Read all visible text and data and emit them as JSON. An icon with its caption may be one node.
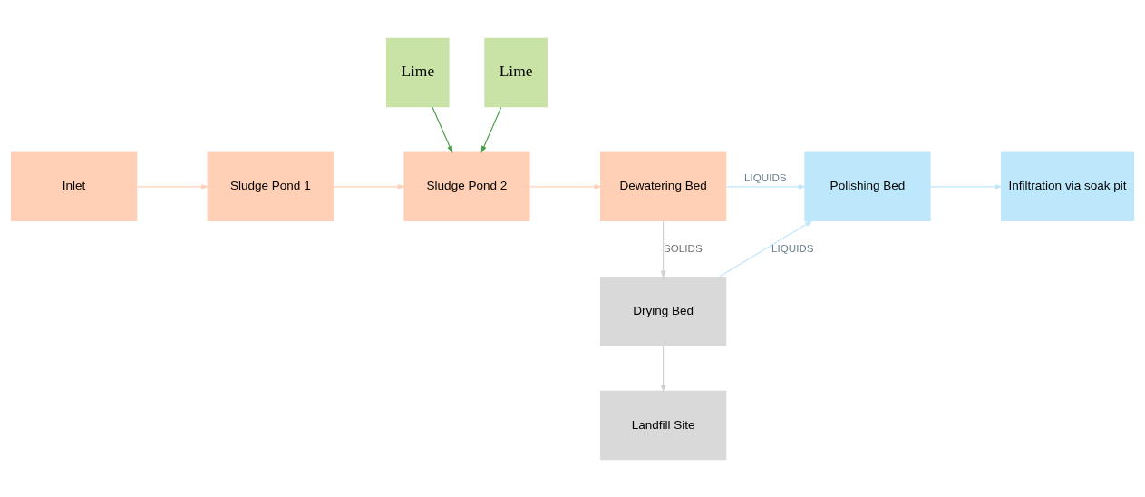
{
  "diagram": {
    "nodes": [
      {
        "text": [
          "Lime"
        ]
      },
      {
        "text": [
          "Lime"
        ]
      },
      {
        "text": [
          "Inlet"
        ]
      },
      {
        "text": [
          "Sludge Pond 1"
        ]
      },
      {
        "text": [
          "Sludge Pond 2"
        ]
      },
      {
        "text": [
          "Dewatering Bed"
        ]
      },
      {
        "text": [
          "Polishing Bed"
        ]
      },
      {
        "text": [
          "Infiltration via soak pit"
        ]
      },
      {
        "text": [
          "Drying Bed"
        ]
      },
      {
        "text": [
          "Landfill Site"
        ]
      }
    ],
    "edges": [
      {
        "from": 2,
        "to": 3,
        "arrow": "to",
        "color": "#ffd0b5"
      },
      {
        "from": 3,
        "to": 4,
        "arrow": "to",
        "color": "#ffd0b5"
      },
      {
        "from": 0,
        "to": 4,
        "arrow": "to",
        "color": "#4a9e4a"
      },
      {
        "from": 1,
        "to": 4,
        "arrow": "to",
        "color": "#4a9e4a"
      },
      {
        "from": 4,
        "to": 5,
        "arrow": "to",
        "color": "#ffd0b5"
      },
      {
        "from": 5,
        "to": 6,
        "arrow": "to",
        "label": "LIQUIDS",
        "color": "#bfe6fb"
      },
      {
        "from": 6,
        "to": 7,
        "arrow": "to",
        "color": "#bfe6fb"
      },
      {
        "from": 5,
        "to": 8,
        "arrow": "to",
        "label": "SOLIDS",
        "color": "#d0d0d0"
      },
      {
        "from": 8,
        "to": 6,
        "arrow": "to",
        "label": "LIQUIDS",
        "color": "#bfe6fb"
      },
      {
        "from": 8,
        "to": 9,
        "arrow": "to",
        "color": "#d0d0d0"
      }
    ]
  }
}
